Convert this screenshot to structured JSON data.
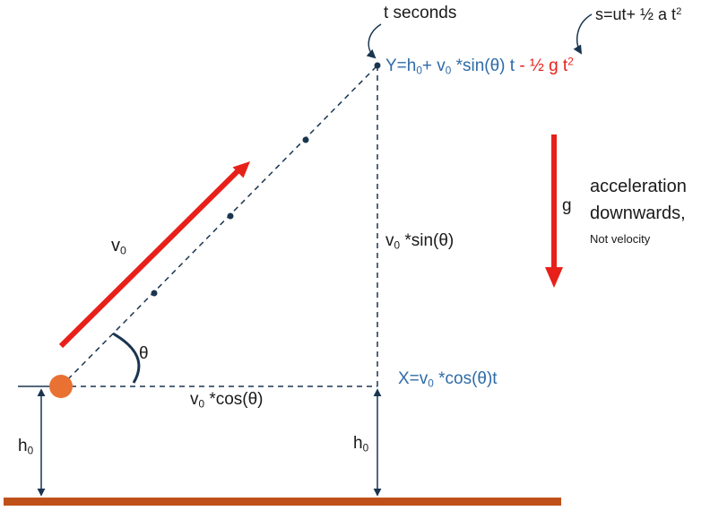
{
  "labels": {
    "t_seconds": "t seconds",
    "kinematic_eq": {
      "main": "s=ut+ ½ a t",
      "exp": "2"
    },
    "y_eq": {
      "p1": "Y=h",
      "s1": "0",
      "p2": "+ v",
      "s2": "0",
      "p3": " *sin(θ) t ",
      "red": "- ½ g t",
      "red_exp": "2"
    },
    "g": "g",
    "accel_line1": "acceleration",
    "accel_line2": "downwards,",
    "accel_note": "Not velocity",
    "v0": {
      "base": "v",
      "sub": "0"
    },
    "v0_sin": {
      "base": "v",
      "sub": "0",
      "rest": " *sin(θ)"
    },
    "theta": "θ",
    "x_eq": {
      "base": "X=v",
      "sub": "0",
      "rest": " *cos(θ)t"
    },
    "v0_cos": {
      "base": "v",
      "sub": "0",
      "rest": " *cos(θ)"
    },
    "h0_left": {
      "base": "h",
      "sub": "0"
    },
    "h0_right": {
      "base": "h",
      "sub": "0"
    }
  },
  "colors": {
    "velocity_arrow": "#e8201a",
    "gravity_arrow": "#e8201a",
    "ball": "#e97132",
    "ground": "#c0501a",
    "lines": "#1a3550",
    "equation_blue": "#2e6ba8"
  }
}
